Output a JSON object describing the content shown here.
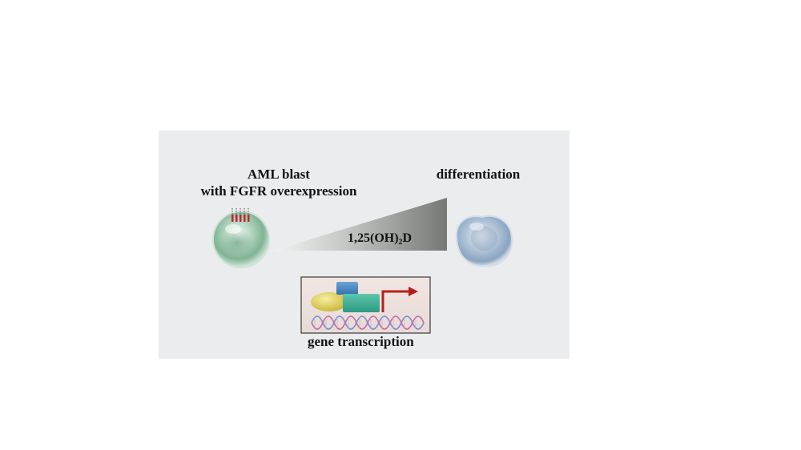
{
  "blast": {
    "line1": "AML blast",
    "line2": "with FGFR overexpression"
  },
  "differentiation": {
    "label": "differentiation"
  },
  "treatment": {
    "prefix": "1,25(OH)",
    "subscript": "2",
    "suffix": "D"
  },
  "transcription": {
    "word1": "gene",
    "word2": " transcription"
  },
  "colors": {
    "panel_background": "#eaeced",
    "blast_cell": "#8fbfa2",
    "differentiated_cell": "#9fb6cf",
    "wedge_dark": "#7b7c7b",
    "box_border": "#3a3a3a",
    "box_fill": "#efe4e0",
    "yellow_factor": "#e6d86a",
    "blue_factor": "#4a86c0",
    "teal_factor": "#3fae98",
    "arrow": "#b81d1d",
    "receptor": "#c0282d"
  }
}
